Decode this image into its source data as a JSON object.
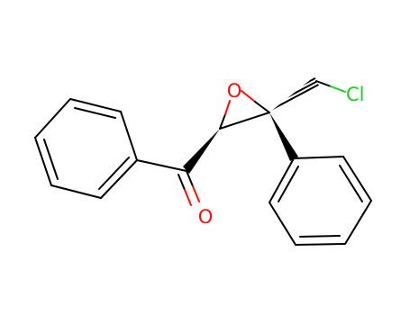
{
  "molecule": {
    "atoms": {
      "epoxide_oxygen": "O",
      "carbonyl_oxygen": "O",
      "chlorine": "Cl"
    }
  },
  "colors": {
    "bond": "#000000",
    "oxygen": "#ff0d0d",
    "chlorine": "#1fd01f",
    "background": "#ffffff"
  }
}
